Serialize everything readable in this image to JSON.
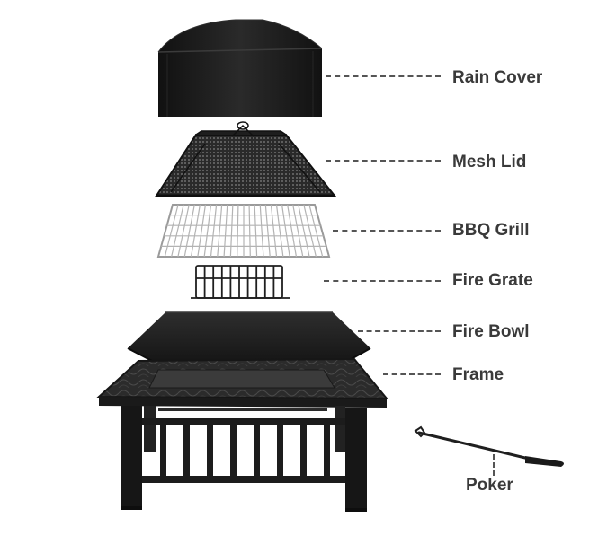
{
  "parts": [
    {
      "key": "rain_cover",
      "label": "Rain Cover"
    },
    {
      "key": "mesh_lid",
      "label": "Mesh Lid"
    },
    {
      "key": "bbq_grill",
      "label": "BBQ Grill"
    },
    {
      "key": "fire_grate",
      "label": "Fire Grate"
    },
    {
      "key": "fire_bowl",
      "label": "Fire Bowl"
    },
    {
      "key": "frame",
      "label": "Frame"
    },
    {
      "key": "poker",
      "label": "Poker"
    }
  ],
  "colors": {
    "background": "#ffffff",
    "metal": "#1c1c1c",
    "wire": "#bdbdbd",
    "label": "#3a3a3a"
  }
}
